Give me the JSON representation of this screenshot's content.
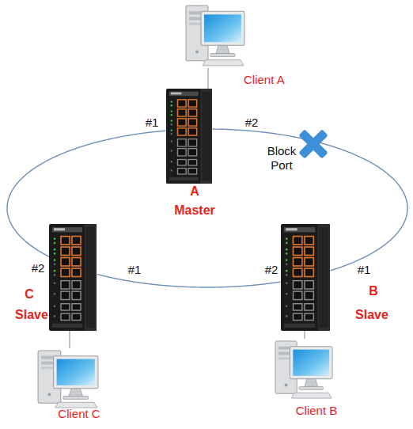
{
  "diagram": {
    "nodes": [
      {
        "text": [
          "Client A"
        ]
      },
      {
        "text": [
          "A",
          "Master"
        ]
      },
      {
        "text": [
          "C",
          "Slave"
        ]
      },
      {
        "text": [
          "B",
          "Slave"
        ]
      },
      {
        "text": [
          "Client C"
        ]
      },
      {
        "text": [
          "Client B"
        ]
      }
    ],
    "edges": [
      {
        "from": 0,
        "to": 1,
        "arrow": "none"
      },
      {
        "from": 1,
        "to": 2,
        "arrow": "none"
      },
      {
        "from": 2,
        "to": 3,
        "arrow": "none"
      },
      {
        "from": 3,
        "to": 1,
        "arrow": "none"
      },
      {
        "from": 2,
        "to": 4,
        "arrow": "none"
      },
      {
        "from": 3,
        "to": 5,
        "arrow": "none"
      }
    ],
    "labels": [
      "#1",
      "#2",
      "Block Port",
      "#2",
      "#1",
      "#2",
      "#1"
    ]
  }
}
